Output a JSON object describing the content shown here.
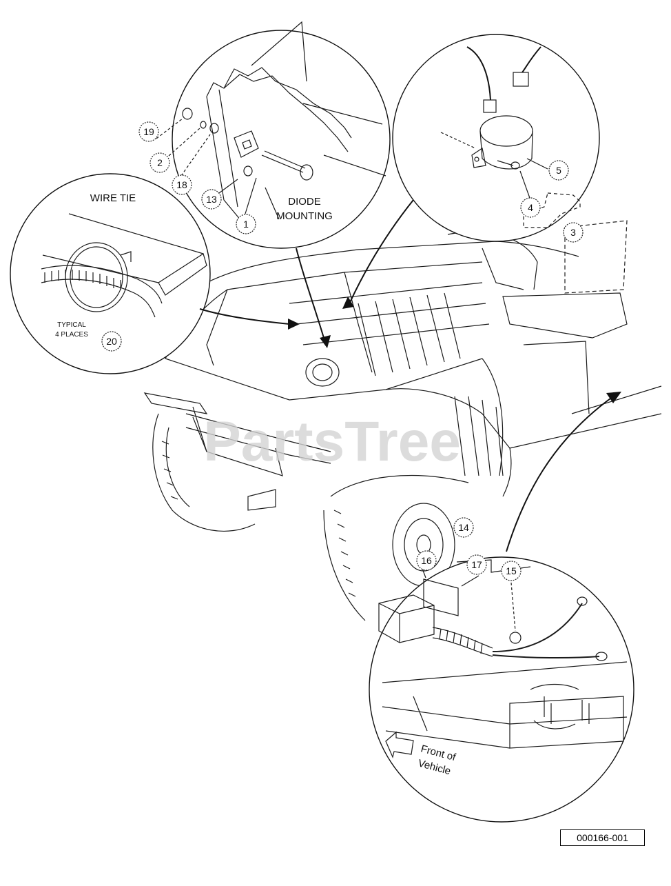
{
  "labels": {
    "wire_tie": "WIRE TIE",
    "typical_line1": "TYPICAL",
    "typical_line2": "4 PLACES",
    "diode_line1": "DIODE",
    "diode_line2": "MOUNTING",
    "front_line1": "Front of",
    "front_line2": "Vehicle",
    "watermark": "PartsTree"
  },
  "callouts": [
    "19",
    "2",
    "18",
    "13",
    "1",
    "5",
    "4",
    "3",
    "20",
    "14",
    "16",
    "17",
    "15"
  ],
  "diagram_id": "000166-001"
}
